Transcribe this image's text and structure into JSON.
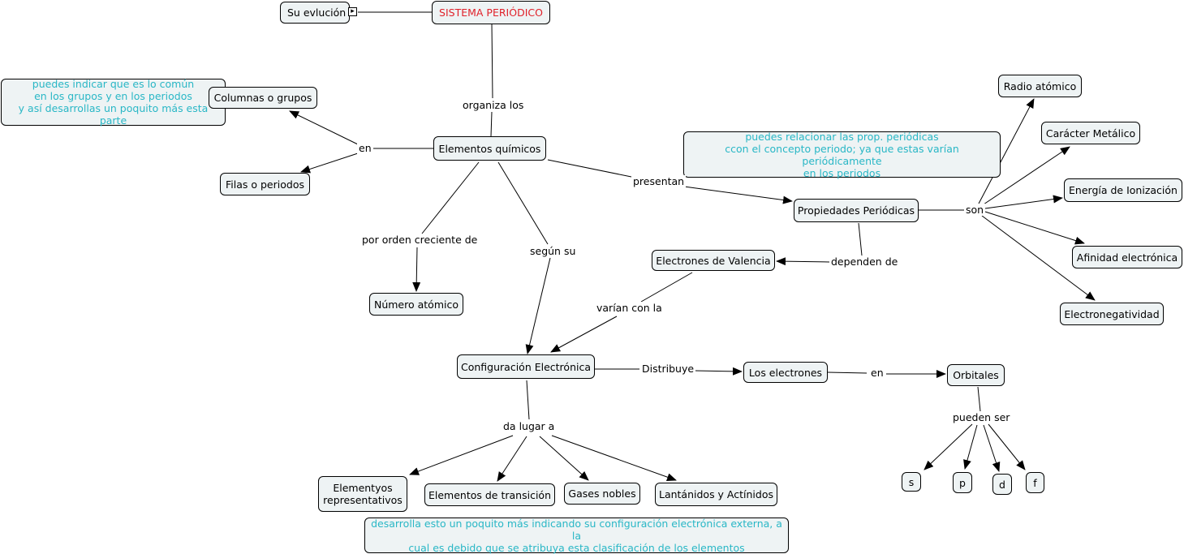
{
  "nodes": {
    "sistema": "SISTEMA PERIÓDICO",
    "evolucion": "Su evlución",
    "elementos": "Elementos químicos",
    "columnas": "Columnas o grupos",
    "filas": "Filas o periodos",
    "numero": "Número atómico",
    "configuracion": "Configuración Electrónica",
    "propiedades": "Propiedades Periódicas",
    "valencia": "Electrones de Valencia",
    "radio": "Radio atómico",
    "metalico": "Carácter Metálico",
    "ionizacion": "Energía de Ionización",
    "afinidad": "Afinidad electrónica",
    "electroneg": "Electronegatividad",
    "los_electrones": "Los electrones",
    "orbitales": "Orbitales",
    "s": "s",
    "p": "p",
    "d": "d",
    "f": "f",
    "representativos": "Elementyos\nrepresentativos",
    "transicion": "Elementos de transición",
    "nobles": "Gases nobles",
    "lantanidos": "Lantánidos y Actínidos"
  },
  "notes": {
    "grupos": "puedes indicar que es lo común\nen los grupos y en los periodos\ny así desarrollas un poquito más esta parte",
    "propiedades": "puedes relacionar las prop. periódicas\nccon el concepto periodo; ya que estas varían periódicamente\nen los periodos",
    "clasificacion": "desarrolla esto un poquito más indicando su configuración electrónica externa, a la\ncual es debido que se atribuya esta clasificación de los elementos"
  },
  "links": {
    "organiza": "organiza los",
    "en1": "en",
    "presentan": "presentan",
    "por_orden": "por orden creciente de",
    "segun": "según su",
    "son": "son",
    "dependen": "dependen de",
    "varian": "varían con la",
    "distribuye": "Distribuye",
    "en2": "en",
    "pueden": "pueden ser",
    "da_lugar": "da lugar a"
  },
  "colors": {
    "line": "#000000",
    "node_fill": "#eef3f4",
    "title_text": "#e0212a",
    "note_text": "#29b7c6"
  }
}
